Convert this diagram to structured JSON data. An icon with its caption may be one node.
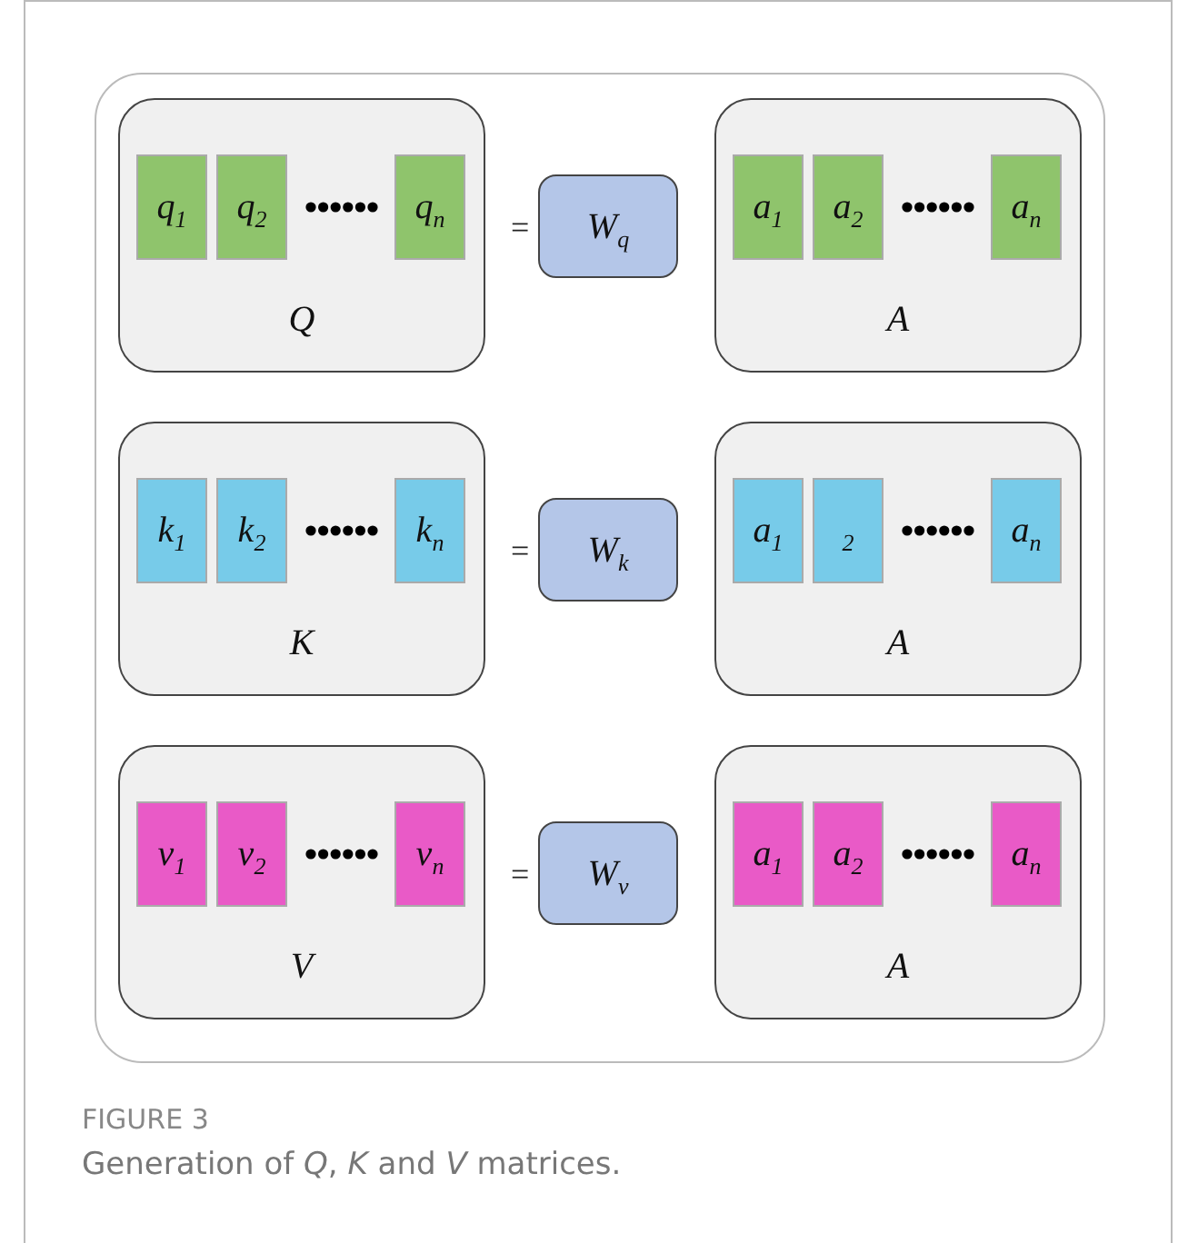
{
  "diagram": {
    "title": "FIGURE 3",
    "caption": "Generation of *Q*, *K* and *V* matrices.",
    "nodes": [
      {
        "text": [],
        "shape": "box"
      },
      {
        "text": [
          "Q"
        ],
        "in": 0
      },
      {
        "text": [
          "q$_{1}$"
        ],
        "in": 1
      },
      {
        "text": [
          "q$_{2}$"
        ],
        "in": 1
      },
      {
        "text": [
          "q$_{n}$"
        ],
        "in": 1
      },
      {
        "text": [
          "W$_{q}$"
        ],
        "in": 0
      },
      {
        "text": [
          "A"
        ],
        "in": 0
      },
      {
        "text": [
          "a$_{1}$"
        ],
        "in": 6
      },
      {
        "text": [
          "a$_{2}$"
        ],
        "in": 6
      },
      {
        "text": [
          "a$_{n}$"
        ],
        "in": 6
      },
      {
        "text": [
          "K"
        ],
        "in": 0
      },
      {
        "text": [
          "k$_{1}$"
        ],
        "in": 10
      },
      {
        "text": [
          "k$_{2}$"
        ],
        "in": 10
      },
      {
        "text": [
          "k$_{n}$"
        ],
        "in": 10
      },
      {
        "text": [
          "W$_{k}$"
        ],
        "in": 0
      },
      {
        "text": [
          "A"
        ],
        "in": 0
      },
      {
        "text": [
          "a$_{1}$"
        ],
        "in": 15
      },
      {
        "text": [
          "$_{2}$"
        ],
        "in": 15
      },
      {
        "text": [
          "a$_{n}$"
        ],
        "in": 15
      },
      {
        "text": [
          "V"
        ],
        "in": 0
      },
      {
        "text": [
          "v$_{1}$"
        ],
        "in": 19
      },
      {
        "text": [
          "v$_{2}$"
        ],
        "in": 19
      },
      {
        "text": [
          "v$_{n}$"
        ],
        "in": 19
      },
      {
        "text": [
          "W$_{v}$"
        ],
        "in": 0
      },
      {
        "text": [
          "A"
        ],
        "in": 0
      },
      {
        "text": [
          "a$_{1}$"
        ],
        "in": 24
      },
      {
        "text": [
          "a$_{2}$"
        ],
        "in": 24
      },
      {
        "text": [
          "a$_{n}$"
        ],
        "in": 24
      }
    ],
    "labels": [
      "=",
      "=",
      "="
    ]
  }
}
